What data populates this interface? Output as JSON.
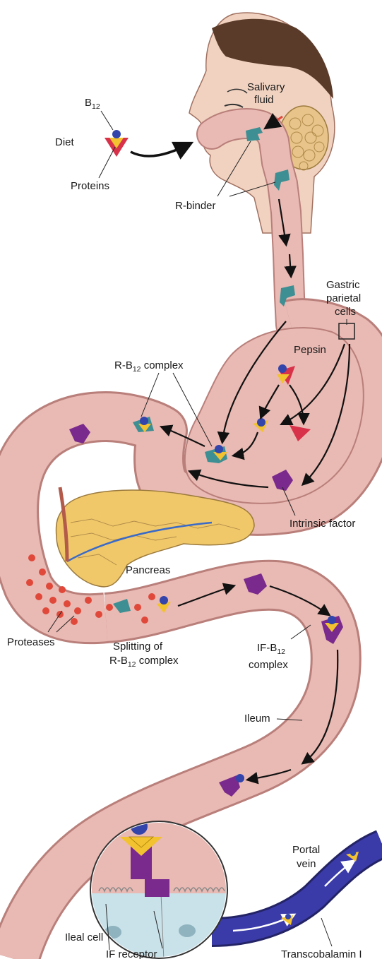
{
  "labels": {
    "b12": "B",
    "b12_sub": "12",
    "diet": "Diet",
    "proteins": "Proteins",
    "salivary_fluid_1": "Salivary",
    "salivary_fluid_2": "fluid",
    "r_binder": "R-binder",
    "gastric_1": "Gastric",
    "gastric_2": "parietal",
    "gastric_3": "cells",
    "pepsin": "Pepsin",
    "rb12_prefix": "R-B",
    "rb12_sub": "12",
    "rb12_suffix": " complex",
    "intrinsic_factor": "Intrinsic factor",
    "pancreas": "Pancreas",
    "proteases": "Proteases",
    "splitting_1": "Splitting of",
    "splitting_2_prefix": "R-B",
    "splitting_2_sub": "12",
    "splitting_2_suffix": " complex",
    "ifb12_prefix": "IF-B",
    "ifb12_sub": "12",
    "ifb12_2": "complex",
    "ileum": "Ileum",
    "portal_1": "Portal",
    "portal_2": "vein",
    "ileal_cell": "Ileal cell",
    "if_receptor": "IF receptor",
    "transcobalamin": "Transcobalamin I"
  },
  "colors": {
    "gut_fill": "#e9b9b3",
    "gut_outline": "#b97f7a",
    "skin": "#f1d2c0",
    "gland": "#e8c48a",
    "pancreas": "#f0c869",
    "r_binder": "#3d8f93",
    "b12": "#3344aa",
    "protein_yellow": "#f2c230",
    "protein_red": "#d8324a",
    "intrinsic_factor": "#7a2a8c",
    "protease": "#e0483a",
    "portal_vein": "#3a3aa8",
    "cell_blue": "#c9e2ea"
  }
}
